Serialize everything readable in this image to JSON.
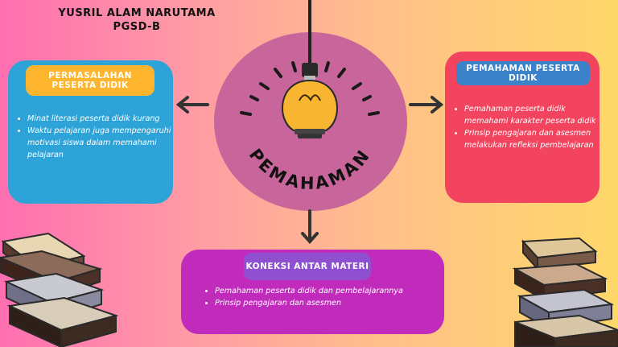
{
  "author": {
    "name": "YUSRIL ALAM NARUTAMA",
    "class": "PGSD-B"
  },
  "center": {
    "label": "PEMAHAMAN"
  },
  "left_card": {
    "title": "PERMASALAHAN PESERTA DIDIK",
    "items": [
      "Minat literasi peserta didik kurang",
      "Waktu pelajaran juga mempengaruhi motivasi siswa dalam memahami pelajaran"
    ]
  },
  "right_card": {
    "title": "PEMAHAMAN PESERTA DIDIK",
    "items": [
      "Pemahaman peserta didik memahami karakter peserta didik",
      "Prinsip pengajaran dan asesmen melakukan refleksi pembelajaran"
    ]
  },
  "bottom_card": {
    "title": "KONEKSI ANTAR MATERI",
    "items": [
      "Pemahaman peserta didik dan pembelajarannya",
      "Prinsip pengajaran dan asesmen"
    ]
  },
  "colors": {
    "circle": "#c8659a",
    "left_card": "#2ea3d8",
    "right_card": "#f2445e",
    "bottom_card": "#c12bbc",
    "bulb": "#f7b531"
  },
  "icons": [
    "lightbulb-icon",
    "arrow-left-icon",
    "arrow-right-icon",
    "arrow-down-icon",
    "book-stack-icon"
  ]
}
